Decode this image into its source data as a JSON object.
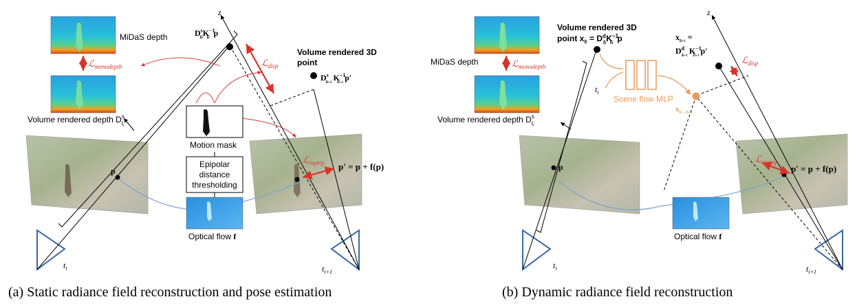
{
  "panel_a": {
    "caption": "(a) Static radiance field reconstruction and pose estimation",
    "midas_label": "MiDaS depth",
    "loss_monodepth_base": "ℒ",
    "loss_monodepth_sub": "monodepth",
    "volume_depth_label": "Volume rendered depth D",
    "volume_depth_sup": "s",
    "volume_depth_sub": "t",
    "volume_depth_subsub": "i",
    "point_label": "D",
    "point_label_rest": "K",
    "point_label_p": "p",
    "loss_disp_base": "ℒ",
    "loss_disp_sub": "disp",
    "vol3d_title_1": "Volume rendered 3D",
    "vol3d_title_2": "point",
    "vol3d_formula_D": "D",
    "vol3d_formula_K": "K",
    "vol3d_formula_p": "p′",
    "motion_mask_label": "Motion mask",
    "epipolar_line1": "Epipolar",
    "epipolar_line2": "distance",
    "epipolar_line3": "thresholding",
    "optical_flow_label": "Optical flow ",
    "optical_flow_f": "f",
    "loss_reproj_base": "ℒ",
    "loss_reproj_sub": "reproj",
    "flow_eq": "p′ = p + f(p)",
    "p_label": "p",
    "z_label": "z",
    "ti_label": "t",
    "ti_sub": "i",
    "ti1_label": "t",
    "ti1_sub": "i+1"
  },
  "panel_b": {
    "caption": "(b) Dynamic radiance field reconstruction",
    "midas_label": "MiDaS depth",
    "loss_monodepth_base": "ℒ",
    "loss_monodepth_sub": "monodepth",
    "volume_depth_label": "Volume rendered depth D",
    "volume_depth_sup": "s",
    "volume_depth_sub": "t",
    "volume_depth_subsub": "i",
    "vol3d_title_1": "Volume rendered 3D",
    "vol3d_title_2": "point x",
    "vol3d_eq": " = D",
    "vol3d_K": "K",
    "vol3d_p": "p",
    "xti1_label": "x",
    "xti1_eq": " =",
    "xti1_formula": "D",
    "xti1_K": "K",
    "xti1_p": "p′",
    "loss_disp_base": "ℒ",
    "loss_disp_sub": "disp",
    "scene_flow_label": "Scene flow MLP",
    "ti_input": "t",
    "ti_input_sub": "i",
    "x_arrow_label": "x",
    "x_arrow_sub": "t",
    "loss_reproj_base": "ℒ",
    "loss_reproj_sub": "reproj",
    "flow_eq": "p′ = p + f(p)",
    "p_label": "p",
    "optical_flow_label": "Optical flow ",
    "optical_flow_f": "f",
    "z_label": "z",
    "ti_label": "t",
    "ti_sub": "i",
    "ti1_label": "t",
    "ti1_sub": "i+1"
  },
  "colors": {
    "loss_red": "#d8342a",
    "mlp_orange": "#e89a5a",
    "triangle_blue": "#3a66a8",
    "arc_blue": "#7aa3cf"
  }
}
